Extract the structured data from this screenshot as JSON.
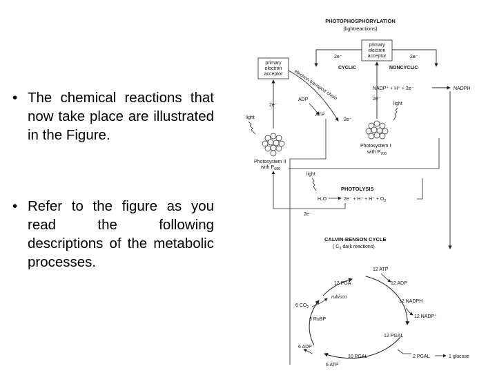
{
  "bullets": [
    "The chemical reactions that now take place are illustrated in the Figure.",
    "Refer to the figure as you read the following descriptions of the metabolic processes."
  ],
  "figure": {
    "photo_title": "PHOTOPHOSPHORYLATION",
    "photo_subtitle": "(lightreactions)",
    "primary_acceptor_right": [
      "primary",
      "electron",
      "acceptor"
    ],
    "primary_acceptor_left": [
      "primary",
      "electron",
      "acceptor"
    ],
    "cyclic": "CYCLIC",
    "noncyclic": "NONCYCLIC",
    "e2": "2e⁻",
    "etc": "electron transport chain",
    "adp": "ADP",
    "atp": "ATP",
    "nadp_eq_lhs": "NADP⁺ + H⁺ + 2e⁻",
    "nadph": "NADPH",
    "light": "light",
    "ps1_l1": "Photosystem I",
    "ps1_l2": "with P",
    "ps1_sub": "700",
    "ps2_l1": "Photosystem II",
    "ps2_l2": "with P",
    "ps2_sub": "680",
    "photolysis": "PHOTOLYSIS",
    "h2o": "H₂O",
    "photolysis_eq": "2e⁻ + H⁺ + H⁺ + O",
    "o_sub": "2",
    "calvin_title": "CALVIN-BENSON CYCLE",
    "calvin_subtitle_a": "( C",
    "calvin_subtitle_sub": "3",
    "calvin_subtitle_b": " dark reactions)",
    "atp12": "12 ATP",
    "adp12": "12 ADP",
    "pga12": "12 PGA",
    "rubisco": "rubisco",
    "co2_a": "6 CO",
    "co2_sub": "2",
    "nadph12": "12 NADPH",
    "rubp": "6 RuBP",
    "nadp12": "12 NADP⁺",
    "pgal12": "12 PGAL",
    "adp6": "6 ADP",
    "pgal10": "10 PGAL",
    "pgal2": "2 PGAL",
    "glucose": "1 glucose",
    "atp6": "6 ATP"
  }
}
